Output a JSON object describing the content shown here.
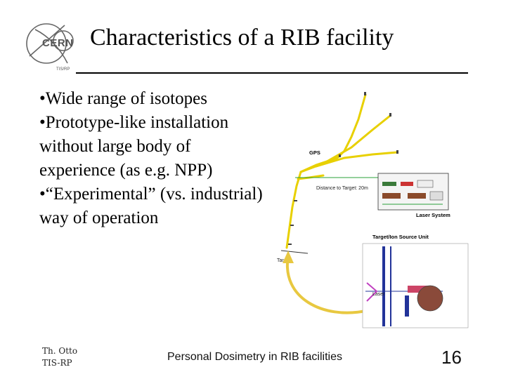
{
  "logo": {
    "text": "CERN",
    "subtext": "TIS/RP"
  },
  "title": "Characteristics of a RIB facility",
  "bullets": [
    "•Wide range of isotopes",
    "•Prototype-like installation without large body of experience (as e.g. NPP)",
    "•“Experimental” (vs. industrial) way of operation"
  ],
  "diagram": {
    "gps": "GPS",
    "distance": "Distance to Target: 20m",
    "laser_system": "Laser System",
    "target_ion_source_unit": "Target/Ion Source Unit",
    "target": "Target",
    "laser": "Laser",
    "colors": {
      "beam": "#e8d000",
      "arrow": "#e8c840",
      "beamline": "#22aa33",
      "tube": "#223399"
    }
  },
  "footer": {
    "author_line1": "Th. Otto",
    "author_line2": "TIS-RP",
    "presentation_title": "Personal Dosimetry in RIB facilities",
    "page_number": "16"
  }
}
